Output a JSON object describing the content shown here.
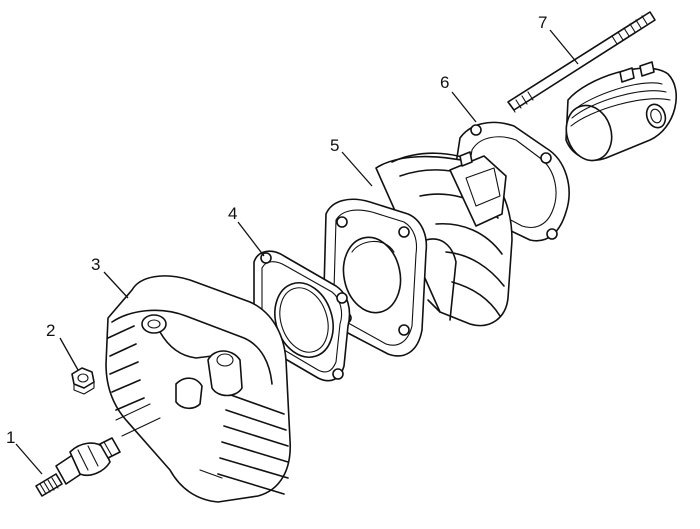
{
  "diagram": {
    "parts": [
      {
        "number": "1",
        "icon": "spark-plug-icon"
      },
      {
        "number": "2",
        "icon": "nut-icon"
      },
      {
        "number": "3",
        "icon": "cylinder-head-icon"
      },
      {
        "number": "4",
        "icon": "head-gasket-icon"
      },
      {
        "number": "5",
        "icon": "cylinder-icon"
      },
      {
        "number": "6",
        "icon": "base-gasket-icon"
      },
      {
        "number": "7",
        "icon": "stud-icon"
      }
    ],
    "extra_icons": [
      "piston-icon"
    ]
  }
}
